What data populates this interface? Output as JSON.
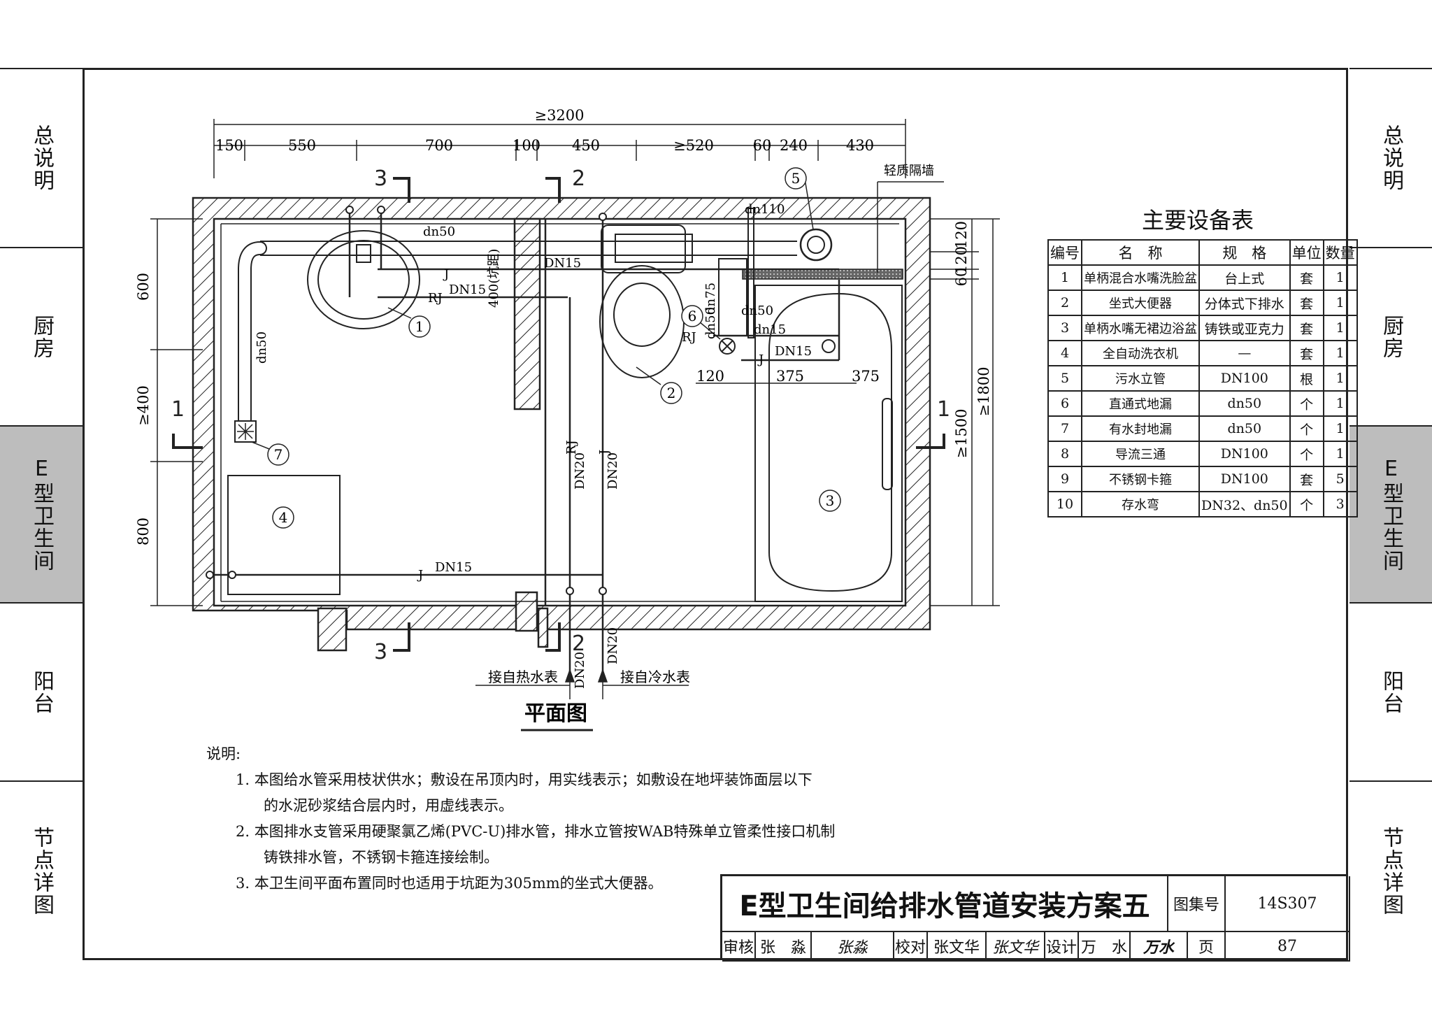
{
  "nav_left": [
    {
      "label": "总说明",
      "active": false
    },
    {
      "label": "厨房",
      "active": false
    },
    {
      "label": "E型卫生间",
      "active": true
    },
    {
      "label": "阳台",
      "active": false
    },
    {
      "label": "节点详图",
      "active": false
    }
  ],
  "nav_right": [
    {
      "label": "总说明",
      "active": false
    },
    {
      "label": "厨房",
      "active": false
    },
    {
      "label": "E型卫生间",
      "active": true
    },
    {
      "label": "阳台",
      "active": false
    },
    {
      "label": "节点详图",
      "active": false
    }
  ],
  "plan": {
    "caption": "平面图",
    "overall_dim": "≥3200",
    "top_dims": [
      "150",
      "550",
      "700",
      "100",
      "450",
      "≥520",
      "60",
      "240",
      "430"
    ],
    "left_dims": [
      "600",
      "≥400",
      "800"
    ],
    "right_dims": [
      "120",
      "120",
      "60",
      "≥1500",
      "≥1800"
    ],
    "inner_dims": [
      "120",
      "375",
      "375"
    ],
    "section_marks": [
      "1",
      "1",
      "2",
      "2",
      "3",
      "3"
    ],
    "light_wall_label": "轻质隔墙",
    "pipe_labels": [
      "dn50",
      "J",
      "RJ",
      "DN15",
      "DN15",
      "400(坑距)",
      "dn110",
      "dn75",
      "dn50",
      "dn50",
      "dn15",
      "DN15",
      "RJ",
      "J",
      "dn50",
      "RJ",
      "J",
      "DN20",
      "DN20",
      "J",
      "DN15",
      "DN20",
      "DN20"
    ],
    "fixture_numbers": [
      "1",
      "2",
      "3",
      "4",
      "5",
      "6",
      "7"
    ],
    "supply_hot": "接自热水表",
    "supply_cold": "接自冷水表"
  },
  "equipment": {
    "title": "主要设备表",
    "headers": [
      "编号",
      "名　称",
      "规　格",
      "单位",
      "数量"
    ],
    "rows": [
      [
        "1",
        "单柄混合水嘴洗脸盆",
        "台上式",
        "套",
        "1"
      ],
      [
        "2",
        "坐式大便器",
        "分体式下排水",
        "套",
        "1"
      ],
      [
        "3",
        "单柄水嘴无裙边浴盆",
        "铸铁或亚克力",
        "套",
        "1"
      ],
      [
        "4",
        "全自动洗衣机",
        "—",
        "套",
        "1"
      ],
      [
        "5",
        "污水立管",
        "DN100",
        "根",
        "1"
      ],
      [
        "6",
        "直通式地漏",
        "dn50",
        "个",
        "1"
      ],
      [
        "7",
        "有水封地漏",
        "dn50",
        "个",
        "1"
      ],
      [
        "8",
        "导流三通",
        "DN100",
        "个",
        "1"
      ],
      [
        "9",
        "不锈钢卡箍",
        "DN100",
        "套",
        "5"
      ],
      [
        "10",
        "存水弯",
        "DN32、dn50",
        "个",
        "3"
      ]
    ]
  },
  "notes": {
    "heading": "说明:",
    "items": [
      {
        "num": "1.",
        "line1": "本图给水管采用枝状供水；敷设在吊顶内时，用实线表示；如敷设在地坪装饰面层以下",
        "line2": "的水泥砂浆结合层内时，用虚线表示。"
      },
      {
        "num": "2.",
        "line1": "本图排水支管采用硬聚氯乙烯(PVC-U)排水管，排水立管按WAB特殊单立管柔性接口机制",
        "line2": "铸铁排水管，不锈钢卡箍连接绘制。"
      },
      {
        "num": "3.",
        "line1": "本卫生间平面布置同时也适用于坑距为305mm的坐式大便器。",
        "line2": ""
      }
    ]
  },
  "title_block": {
    "title": "E型卫生间给排水管道安装方案五",
    "atlas_label": "图集号",
    "atlas_no": "14S307",
    "reviewer_label": "审核",
    "reviewer": "张　淼",
    "reviewer_sign": "张淼",
    "checker_label": "校对",
    "checker": "张文华",
    "checker_sign": "张文华",
    "designer_label": "设计",
    "designer": "万　水",
    "designer_sign": "万水",
    "page_label": "页",
    "page_no": "87"
  }
}
